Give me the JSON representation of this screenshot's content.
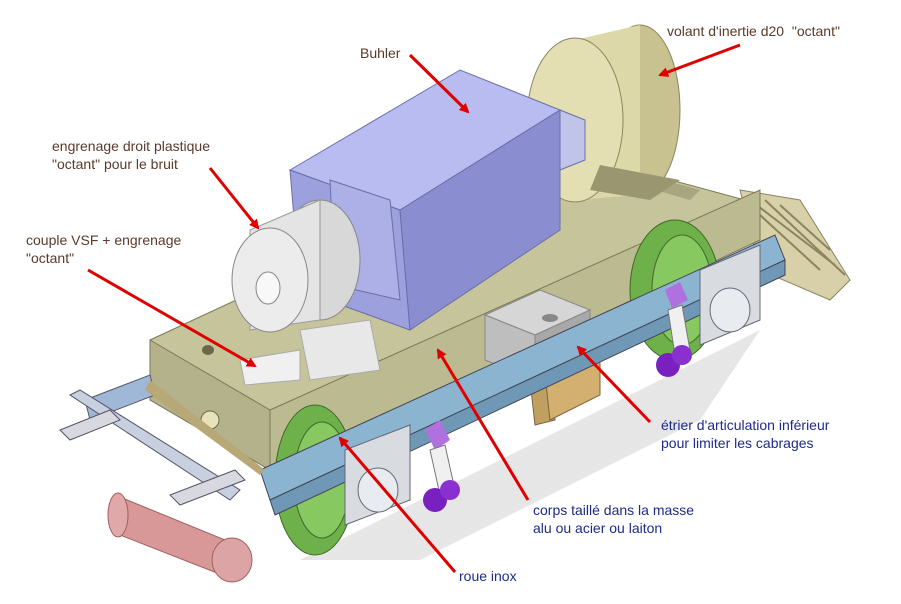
{
  "colors": {
    "arrow": "#e00000",
    "label_dark": "#5a3a2a",
    "label_blue": "#1f2a8a",
    "motor": "#9aa0e0",
    "frame": "#c8c8a0",
    "side_plate": "#8ab4d0",
    "wheel": "#7cc050",
    "flywheel": "#ddd8a8",
    "roller": "#d89090",
    "link": "#8030c0"
  },
  "labels": {
    "buhler": "Buhler",
    "flywheel_line1": "volant d'inertie d20  \"octant\"",
    "spur_gear_line1": "engrenage droit plastique",
    "spur_gear_line2": "\"octant\" pour le bruit",
    "vsf_line1": "couple VSF + engrenage",
    "vsf_line2": "\"octant\"",
    "stirrup_line1": "étrier d'articulation inférieur",
    "stirrup_line2": "pour limiter les cabrages",
    "body_line1": "corps taillé dans la masse",
    "body_line2": "alu ou acier ou laiton",
    "wheel": "roue inox"
  }
}
